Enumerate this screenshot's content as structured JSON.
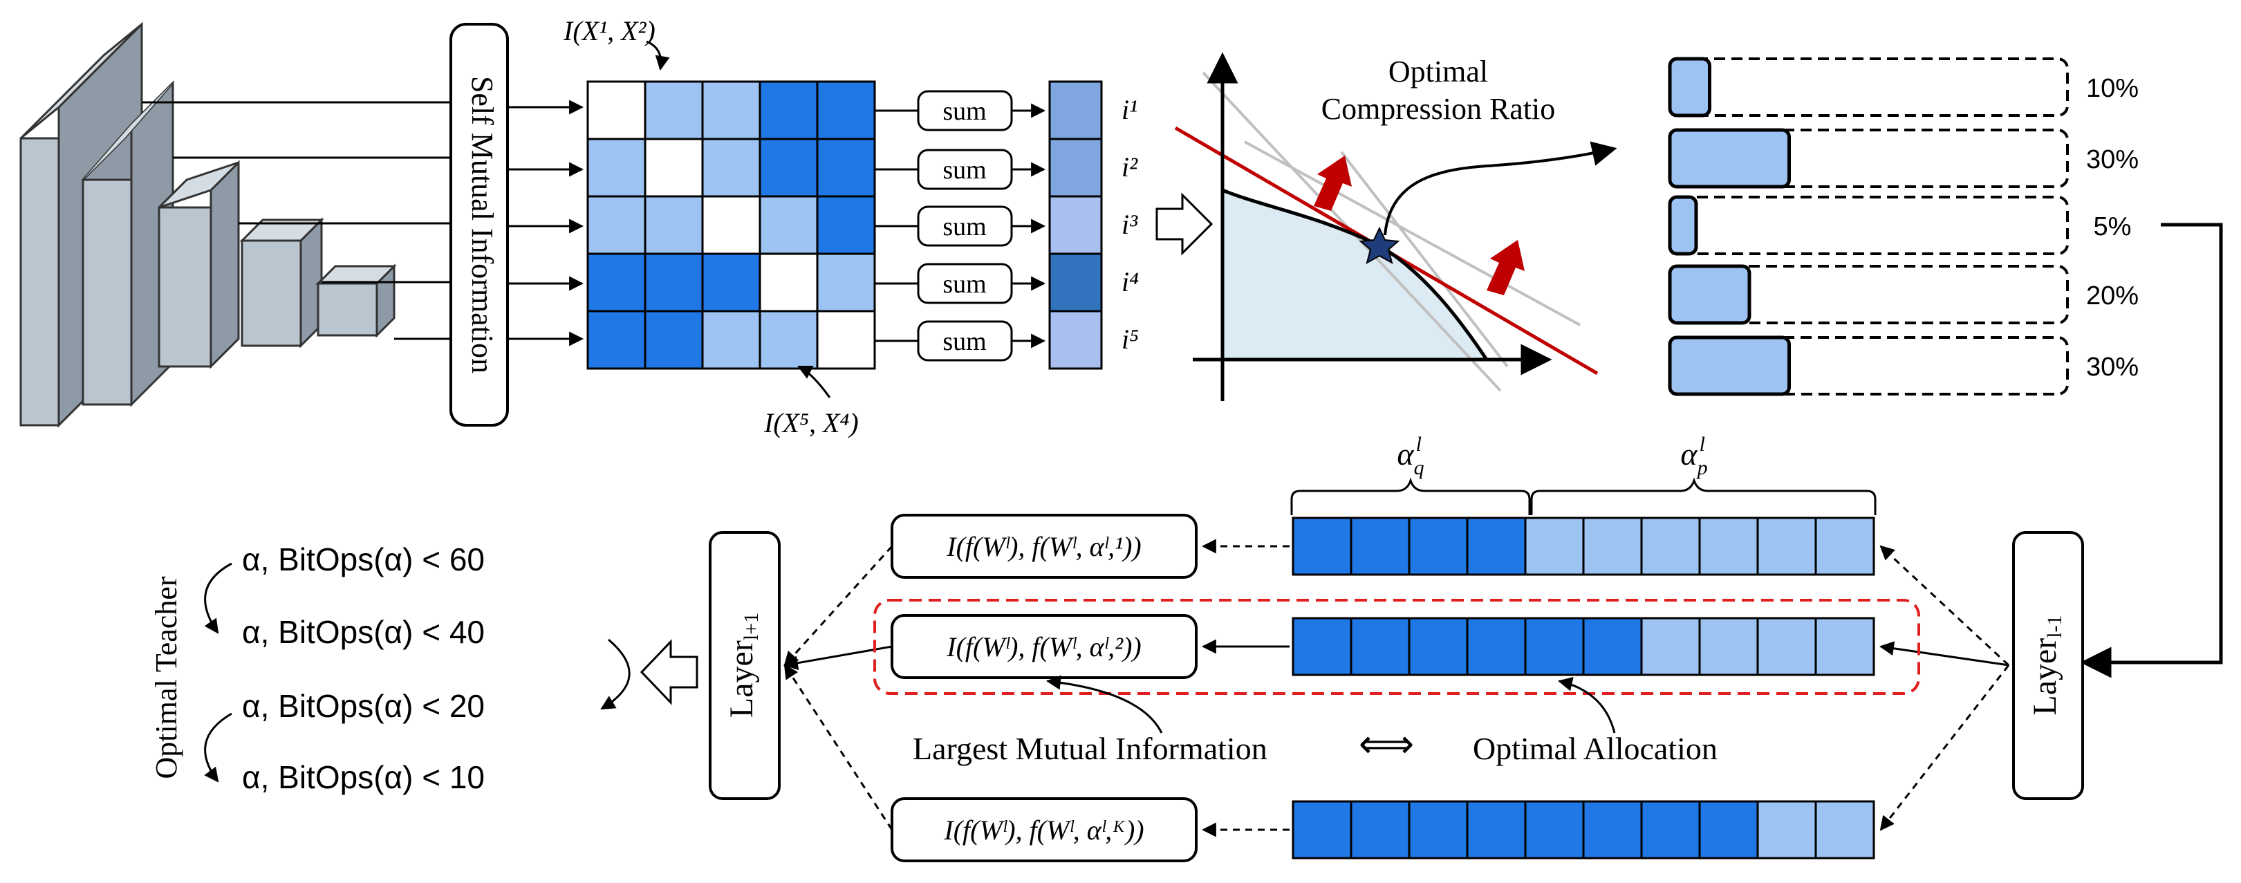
{
  "colors": {
    "cube_front": "#b9c5cf",
    "cube_top": "#d5dde4",
    "cube_side": "#8e9aa5",
    "dark_blue": "#1f78e6",
    "light_blue": "#9dc3f2",
    "white": "#ffffff",
    "curve_fill": "#dceaf3",
    "red": "#c00000",
    "ratio_fill": "#9dc3f2"
  },
  "encoder": {
    "smi_label": "Self Mutual Information"
  },
  "matrix": {
    "label_top": "I(X¹, X²)",
    "label_bottom": "I(X⁵, X⁴)",
    "cells": [
      [
        "white",
        "light",
        "light",
        "dark",
        "dark"
      ],
      [
        "light",
        "white",
        "light",
        "dark",
        "dark"
      ],
      [
        "light",
        "light",
        "white",
        "light",
        "dark"
      ],
      [
        "dark",
        "dark",
        "dark",
        "white",
        "light"
      ],
      [
        "dark",
        "dark",
        "light",
        "light",
        "white"
      ]
    ]
  },
  "sums": {
    "label": "sum",
    "rows": [
      "sum",
      "sum",
      "sum",
      "sum",
      "sum"
    ]
  },
  "importance": {
    "labels": [
      "i¹",
      "i²",
      "i³",
      "i⁴",
      "i⁵"
    ],
    "colors": [
      "#7fa6e0",
      "#7fa6e0",
      "#a9bff0",
      "#3273bd",
      "#a9bff0"
    ]
  },
  "plot": {
    "title_line1": "Optimal",
    "title_line2": "Compression Ratio"
  },
  "ratios": {
    "items": [
      {
        "label": "10%",
        "fraction": 0.1
      },
      {
        "label": "30%",
        "fraction": 0.3
      },
      {
        "label": "5%",
        "fraction": 0.05
      },
      {
        "label": "20%",
        "fraction": 0.2
      },
      {
        "label": "30%",
        "fraction": 0.3
      }
    ]
  },
  "layers": {
    "prev": "Layer",
    "prev_sub": "l-1",
    "next": "Layer",
    "next_sub": "l+1"
  },
  "alpha": {
    "q": "α",
    "q_sup": "l",
    "q_sub": "q",
    "p": "α",
    "p_sup": "l",
    "p_sub": "p"
  },
  "candidates": [
    {
      "mi": "I(f(Wˡ), f(Wˡ, αˡ,¹))",
      "dark_cells": 4,
      "total_cells": 10
    },
    {
      "mi": "I(f(Wˡ), f(Wˡ, αˡ,²))",
      "dark_cells": 6,
      "total_cells": 10
    },
    {
      "mi": "I(f(Wˡ), f(Wˡ, αˡ,ᴷ))",
      "dark_cells": 8,
      "total_cells": 10
    }
  ],
  "captions": {
    "largest_mi": "Largest Mutual Information",
    "equiv": "⟺",
    "optimal_alloc": "Optimal Allocation"
  },
  "teacher": {
    "label": "Optimal Teacher",
    "constraints": [
      "α, BitOps(α) < 60",
      "α, BitOps(α) < 40",
      "α, BitOps(α) < 20",
      "α, BitOps(α) < 10"
    ]
  }
}
